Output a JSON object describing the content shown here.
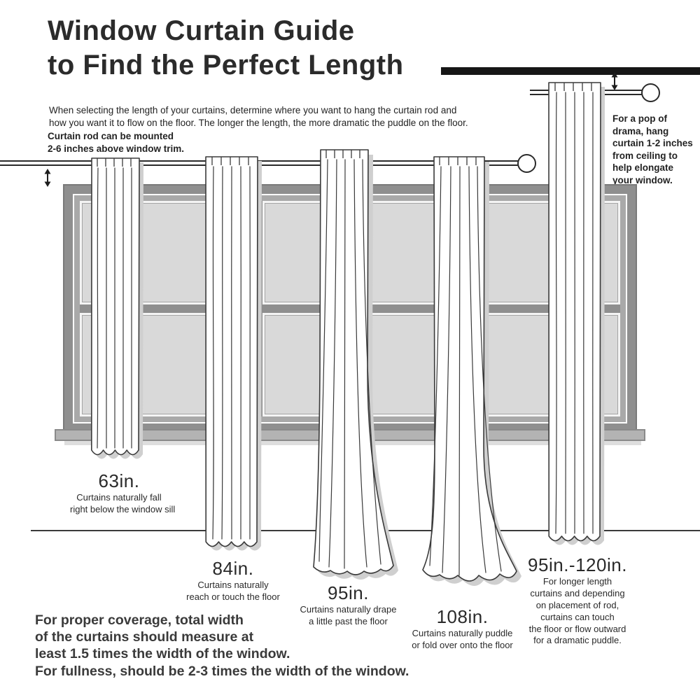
{
  "title": {
    "line1": "Window Curtain Guide",
    "line2": "to Find the Perfect Length"
  },
  "intro": {
    "line1": "When selecting the length of your curtains, determine where you want to hang the curtain rod and",
    "line2": "how you want it to flow on the floor. The longer the length, the more dramatic the puddle on the floor."
  },
  "rod_note": {
    "line1": "Curtain rod can be mounted",
    "line2": "2-6 inches above window trim."
  },
  "ceiling_note": {
    "lines": [
      "For a pop of",
      "drama, hang",
      "curtain 1-2 inches",
      "from ceiling to",
      "help elongate",
      "your window."
    ]
  },
  "curtains": [
    {
      "length": "63in.",
      "desc_line1": "Curtains naturally fall",
      "desc_line2": "right below the window sill"
    },
    {
      "length": "84in.",
      "desc_line1": "Curtains naturally",
      "desc_line2": "reach or touch the floor"
    },
    {
      "length": "95in.",
      "desc_line1": "Curtains naturally drape",
      "desc_line2": "a little past the floor"
    },
    {
      "length": "108in.",
      "desc_line1": "Curtains naturally puddle",
      "desc_line2": "or fold over onto the floor"
    },
    {
      "length": "95in.-120in.",
      "desc_lines": [
        "For longer length",
        "curtains and depending",
        "on placement of rod,",
        "curtains can touch",
        "the floor or flow outward",
        "for a dramatic puddle."
      ]
    }
  ],
  "bottom_note": {
    "lines": [
      "For proper coverage, total width",
      "of the curtains should measure at",
      "least 1.5 times the width of the window.",
      "For fullness, should be 2-3 times the width of the window."
    ]
  },
  "colors": {
    "ink": "#2a2a2a",
    "ceiling_black": "#161616",
    "frame_gray": "#8f8f8f",
    "frame_light_gray": "#a9a9a9",
    "pane_gray": "#d9d9d9",
    "sill_gray": "#b3b3b3",
    "shadow_gray": "#cfcfcf",
    "curtain_white": "#ffffff"
  }
}
